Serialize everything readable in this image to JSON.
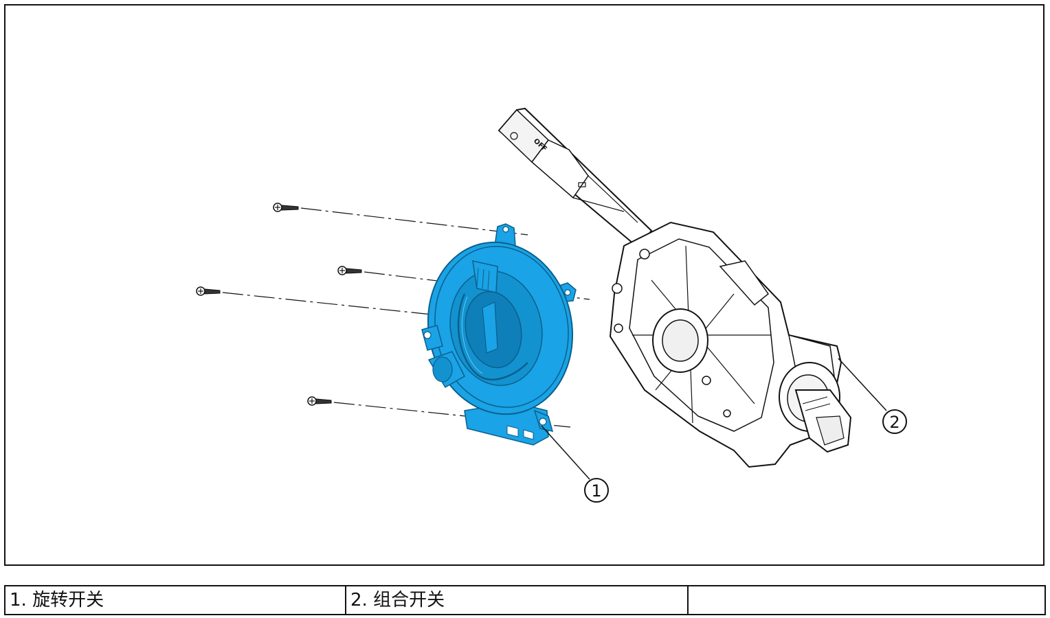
{
  "callouts": [
    {
      "number": "1"
    },
    {
      "number": "2"
    }
  ],
  "stalk_labels": [
    "OFF"
  ],
  "legend": {
    "items": [
      {
        "text": "1. 旋转开关"
      },
      {
        "text": "2. 组合开关"
      },
      {
        "text": ""
      }
    ]
  },
  "colors": {
    "rotary_switch": "#1aa3e6",
    "rotary_switch_edge": "#0b5f8a",
    "line": "#111111"
  }
}
